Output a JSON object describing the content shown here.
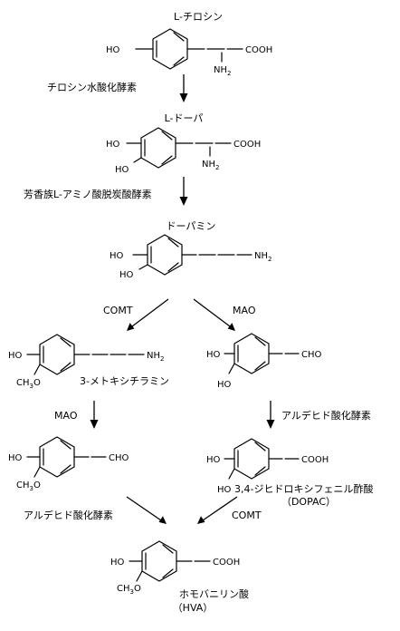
{
  "compounds": {
    "tyrosine": {
      "name": "L-チロシン",
      "ho": "HO",
      "cooh": "COOH",
      "nh": "NH",
      "two": "2"
    },
    "dopa": {
      "name": "L-ドーパ",
      "ho1": "HO",
      "ho2": "HO",
      "cooh": "COOH",
      "nh": "NH",
      "two": "2"
    },
    "dopamine": {
      "name": "ドーパミン",
      "ho1": "HO",
      "ho2": "HO",
      "nh": "NH",
      "two": "2"
    },
    "methoxytyramine": {
      "name": "3-メトキシチラミン",
      "ho": "HO",
      "ch": "CH",
      "three": "3",
      "o": "O",
      "nh": "NH",
      "two": "2"
    },
    "dopal": {
      "ho1": "HO",
      "ho2": "HO",
      "cho": "CHO"
    },
    "mopal": {
      "ho": "HO",
      "ch": "CH",
      "three": "3",
      "o": "O",
      "cho": "CHO"
    },
    "dopac": {
      "name": "3,4-ジヒドロキシフェニル酢酸",
      "abbr": "（DOPAC）",
      "ho1": "HO",
      "ho2": "HO",
      "cooh": "COOH"
    },
    "hva": {
      "name": "ホモバニリン酸",
      "abbr": "（HVA）",
      "ho": "HO",
      "ch": "CH",
      "three": "3",
      "o": "O",
      "cooh": "COOH"
    }
  },
  "enzymes": {
    "tyrosine_hydroxylase": "チロシン水酸化酵素",
    "aadc": "芳香族L-アミノ酸脱炭酸酵素",
    "comt_left": "COMT",
    "mao_right": "MAO",
    "mao_left": "MAO",
    "aldh_right": "アルデヒド酸化酵素",
    "aldh_left": "アルデヒド酸化酵素",
    "comt_bottom": "COMT"
  }
}
